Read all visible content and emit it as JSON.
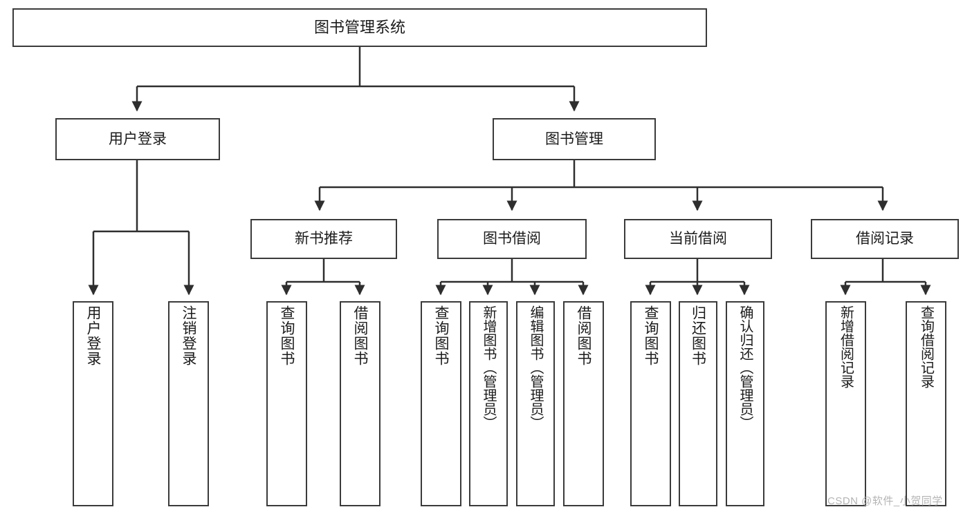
{
  "diagram": {
    "title": "图书管理系统",
    "type": "tree",
    "root": {
      "id": "root",
      "label": "图书管理系统",
      "orientation": "horizontal"
    },
    "level2": [
      {
        "id": "user-login",
        "label": "用户登录",
        "orientation": "horizontal"
      },
      {
        "id": "book-management",
        "label": "图书管理",
        "orientation": "horizontal"
      }
    ],
    "level3": [
      {
        "id": "new-book-recommend",
        "label": "新书推荐",
        "orientation": "horizontal",
        "parent": "book-management"
      },
      {
        "id": "book-borrow",
        "label": "图书借阅",
        "orientation": "horizontal",
        "parent": "book-management"
      },
      {
        "id": "current-borrow",
        "label": "当前借阅",
        "orientation": "horizontal",
        "parent": "book-management"
      },
      {
        "id": "borrow-record",
        "label": "借阅记录",
        "orientation": "horizontal",
        "parent": "book-management"
      }
    ],
    "leaves": [
      {
        "id": "leaf-user-login",
        "label": "用户登录",
        "orientation": "vertical",
        "parent": "user-login"
      },
      {
        "id": "leaf-user-logout",
        "label": "注销登录",
        "orientation": "vertical",
        "parent": "user-login"
      },
      {
        "id": "leaf-query-book-1",
        "label": "查询图书",
        "orientation": "vertical",
        "parent": "new-book-recommend"
      },
      {
        "id": "leaf-borrow-book-1",
        "label": "借阅图书",
        "orientation": "vertical",
        "parent": "new-book-recommend"
      },
      {
        "id": "leaf-query-book-2",
        "label": "查询图书",
        "orientation": "vertical",
        "parent": "book-borrow"
      },
      {
        "id": "leaf-add-book",
        "label": "新增图书（管理员）",
        "orientation": "vertical",
        "parent": "book-borrow"
      },
      {
        "id": "leaf-edit-book",
        "label": "编辑图书（管理员）",
        "orientation": "vertical",
        "parent": "book-borrow"
      },
      {
        "id": "leaf-borrow-book-2",
        "label": "借阅图书",
        "orientation": "vertical",
        "parent": "book-borrow"
      },
      {
        "id": "leaf-query-book-3",
        "label": "查询图书",
        "orientation": "vertical",
        "parent": "current-borrow"
      },
      {
        "id": "leaf-return-book",
        "label": "归还图书",
        "orientation": "vertical",
        "parent": "current-borrow"
      },
      {
        "id": "leaf-confirm-return",
        "label": "确认归还（管理员）",
        "orientation": "vertical",
        "parent": "current-borrow"
      },
      {
        "id": "leaf-add-record",
        "label": "新增借阅记录",
        "orientation": "vertical",
        "parent": "borrow-record"
      },
      {
        "id": "leaf-query-record",
        "label": "查询借阅记录",
        "orientation": "vertical",
        "parent": "borrow-record"
      }
    ]
  },
  "watermark": {
    "text": "CSDN @软件_小贺同学"
  },
  "colors": {
    "stroke": "#3a3a3a",
    "text": "#1b1b1b",
    "background": "#ffffff",
    "watermark": "#b4b4b4"
  }
}
